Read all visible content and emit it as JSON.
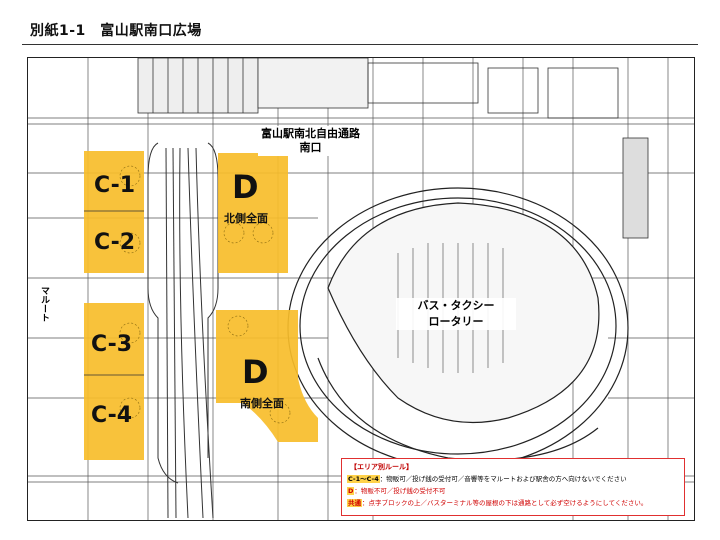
{
  "header": {
    "title": "別紙1-1　富山駅南口広場"
  },
  "colors": {
    "zone_fill": "#f7bd2a",
    "zone_fill_alt": "#f5b21e",
    "legend_border": "#e03030",
    "legend_red": "#d00000",
    "line": "#333333"
  },
  "map": {
    "station_label_line1": "富山駅南北自由通路",
    "station_label_line2": "南口",
    "rotary_line1": "バス・タクシー",
    "rotary_line2": "ロータリー",
    "side_label": "マルート",
    "zones": [
      {
        "id": "C-1",
        "label": "C-1"
      },
      {
        "id": "C-2",
        "label": "C-2"
      },
      {
        "id": "C-3",
        "label": "C-3"
      },
      {
        "id": "C-4",
        "label": "C-4"
      },
      {
        "id": "D-north",
        "label": "D",
        "sub": "北側全面"
      },
      {
        "id": "D-south",
        "label": "D",
        "sub": "南側全面"
      }
    ]
  },
  "legend": {
    "title": "【エリア別ルール】",
    "rows": [
      {
        "key": "C-1～C-4",
        "text": "：物販可／投げ銭の受付可／音響等をマルートおよび駅舎の方へ向けないでください",
        "red": false
      },
      {
        "key": "D",
        "text": "：物販不可／投げ銭の受付不可",
        "red": true
      },
      {
        "key": "共通",
        "text": "：点字ブロックの上／バスターミナル等の屋根の下は通路として必ず空けるようにしてください。",
        "red": true
      }
    ]
  }
}
